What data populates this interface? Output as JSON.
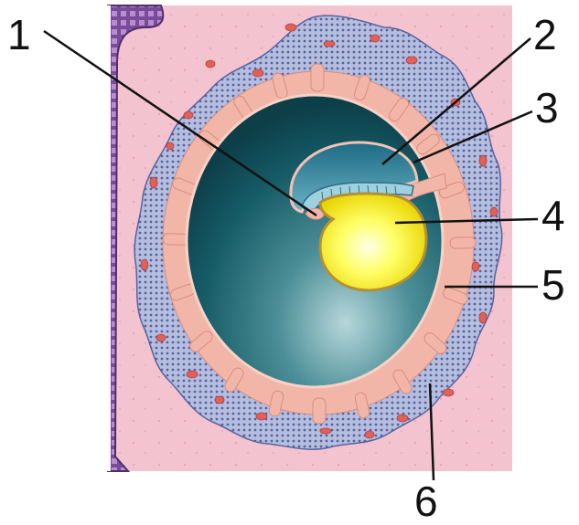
{
  "labels": {
    "l1": "1",
    "l2": "2",
    "l3": "3",
    "l4": "4",
    "l5": "5",
    "l6": "6"
  },
  "colors": {
    "background": "#ffffff",
    "tissue": "#f3c4cf",
    "tissue_dots": "#e6a6b6",
    "uterine_epithelium": "#7a4b9a",
    "villus_layer": "#b6bedf",
    "villus_dots": "#56639e",
    "blood_lacunae": "#e0605a",
    "chorion_mesoderm": "#f2b6a8",
    "cavity_dark": "#0f4d58",
    "cavity_light": "#6fa3aa",
    "amnion": "#3e8fa8",
    "embryonic_disc": "#7fb7c9",
    "yolk_sac": "#ffff80",
    "yolk_sac_edge": "#c9a646",
    "leader_lines": "#111111"
  }
}
